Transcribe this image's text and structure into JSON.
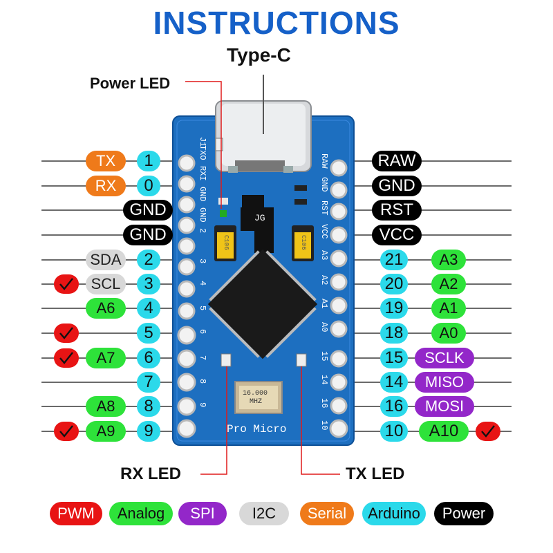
{
  "title": "INSTRUCTIONS",
  "callouts": {
    "type_c": "Type-C",
    "power_led": "Power LED",
    "rx_led": "RX  LED",
    "tx_led": "TX  LED"
  },
  "board": {
    "name": "Pro Micro",
    "ic_label": "JG",
    "crystal_line1": "16.000",
    "crystal_line2": "MHZ",
    "cap_label": "C106",
    "jumper": "J1",
    "left_silk": [
      "TXO",
      "RXI",
      "GND",
      "GND",
      "2",
      "3",
      "4",
      "5",
      "6",
      "7",
      "8",
      "9"
    ],
    "right_silk": [
      "RAW",
      "GND",
      "RST",
      "VCC",
      "A3",
      "A2",
      "A1",
      "A0",
      "15",
      "14",
      "16",
      "10"
    ]
  },
  "colors": {
    "pwm": "#e81414",
    "analog": "#2ee23a",
    "spi": "#9327c9",
    "i2c": "#d8d8d8",
    "serial": "#ef7a1a",
    "arduino": "#2bd9ea",
    "power": "#000000",
    "board": "#1d6fc0",
    "title": "#1560c8"
  },
  "left_pins": [
    {
      "num": "1",
      "labels": [
        {
          "text": "TX",
          "kind": "serial"
        }
      ],
      "pwm": false
    },
    {
      "num": "0",
      "labels": [
        {
          "text": "RX",
          "kind": "serial"
        }
      ],
      "pwm": false
    },
    {
      "num": "",
      "labels": [
        {
          "text": "GND",
          "kind": "power"
        }
      ],
      "pwm": false
    },
    {
      "num": "",
      "labels": [
        {
          "text": "GND",
          "kind": "power"
        }
      ],
      "pwm": false
    },
    {
      "num": "2",
      "labels": [
        {
          "text": "SDA",
          "kind": "i2c"
        }
      ],
      "pwm": false
    },
    {
      "num": "3",
      "labels": [
        {
          "text": "SCL",
          "kind": "i2c"
        }
      ],
      "pwm": true
    },
    {
      "num": "4",
      "labels": [
        {
          "text": "A6",
          "kind": "analog"
        }
      ],
      "pwm": false
    },
    {
      "num": "5",
      "labels": [],
      "pwm": true
    },
    {
      "num": "6",
      "labels": [
        {
          "text": "A7",
          "kind": "analog"
        }
      ],
      "pwm": true
    },
    {
      "num": "7",
      "labels": [],
      "pwm": false
    },
    {
      "num": "8",
      "labels": [
        {
          "text": "A8",
          "kind": "analog"
        }
      ],
      "pwm": false
    },
    {
      "num": "9",
      "labels": [
        {
          "text": "A9",
          "kind": "analog"
        }
      ],
      "pwm": true
    }
  ],
  "right_pins": [
    {
      "num": "",
      "labels": [
        {
          "text": "RAW",
          "kind": "power"
        }
      ],
      "pwm": false
    },
    {
      "num": "",
      "labels": [
        {
          "text": "GND",
          "kind": "power"
        }
      ],
      "pwm": false
    },
    {
      "num": "",
      "labels": [
        {
          "text": "RST",
          "kind": "power"
        }
      ],
      "pwm": false
    },
    {
      "num": "",
      "labels": [
        {
          "text": "VCC",
          "kind": "power"
        }
      ],
      "pwm": false
    },
    {
      "num": "21",
      "labels": [
        {
          "text": "A3",
          "kind": "analog"
        }
      ],
      "pwm": false
    },
    {
      "num": "20",
      "labels": [
        {
          "text": "A2",
          "kind": "analog"
        }
      ],
      "pwm": false
    },
    {
      "num": "19",
      "labels": [
        {
          "text": "A1",
          "kind": "analog"
        }
      ],
      "pwm": false
    },
    {
      "num": "18",
      "labels": [
        {
          "text": "A0",
          "kind": "analog"
        }
      ],
      "pwm": false
    },
    {
      "num": "15",
      "labels": [
        {
          "text": "SCLK",
          "kind": "spi"
        }
      ],
      "pwm": false
    },
    {
      "num": "14",
      "labels": [
        {
          "text": "MISO",
          "kind": "spi"
        }
      ],
      "pwm": false
    },
    {
      "num": "16",
      "labels": [
        {
          "text": "MOSI",
          "kind": "spi"
        }
      ],
      "pwm": false
    },
    {
      "num": "10",
      "labels": [
        {
          "text": "A10",
          "kind": "analog"
        }
      ],
      "pwm": true
    }
  ],
  "legend": [
    {
      "text": "PWM",
      "kind": "pwm"
    },
    {
      "text": "Analog",
      "kind": "analog"
    },
    {
      "text": "SPI",
      "kind": "spi"
    },
    {
      "text": "I2C",
      "kind": "i2c"
    },
    {
      "text": "Serial",
      "kind": "serial"
    },
    {
      "text": "Arduino",
      "kind": "arduino"
    },
    {
      "text": "Power",
      "kind": "power"
    }
  ]
}
